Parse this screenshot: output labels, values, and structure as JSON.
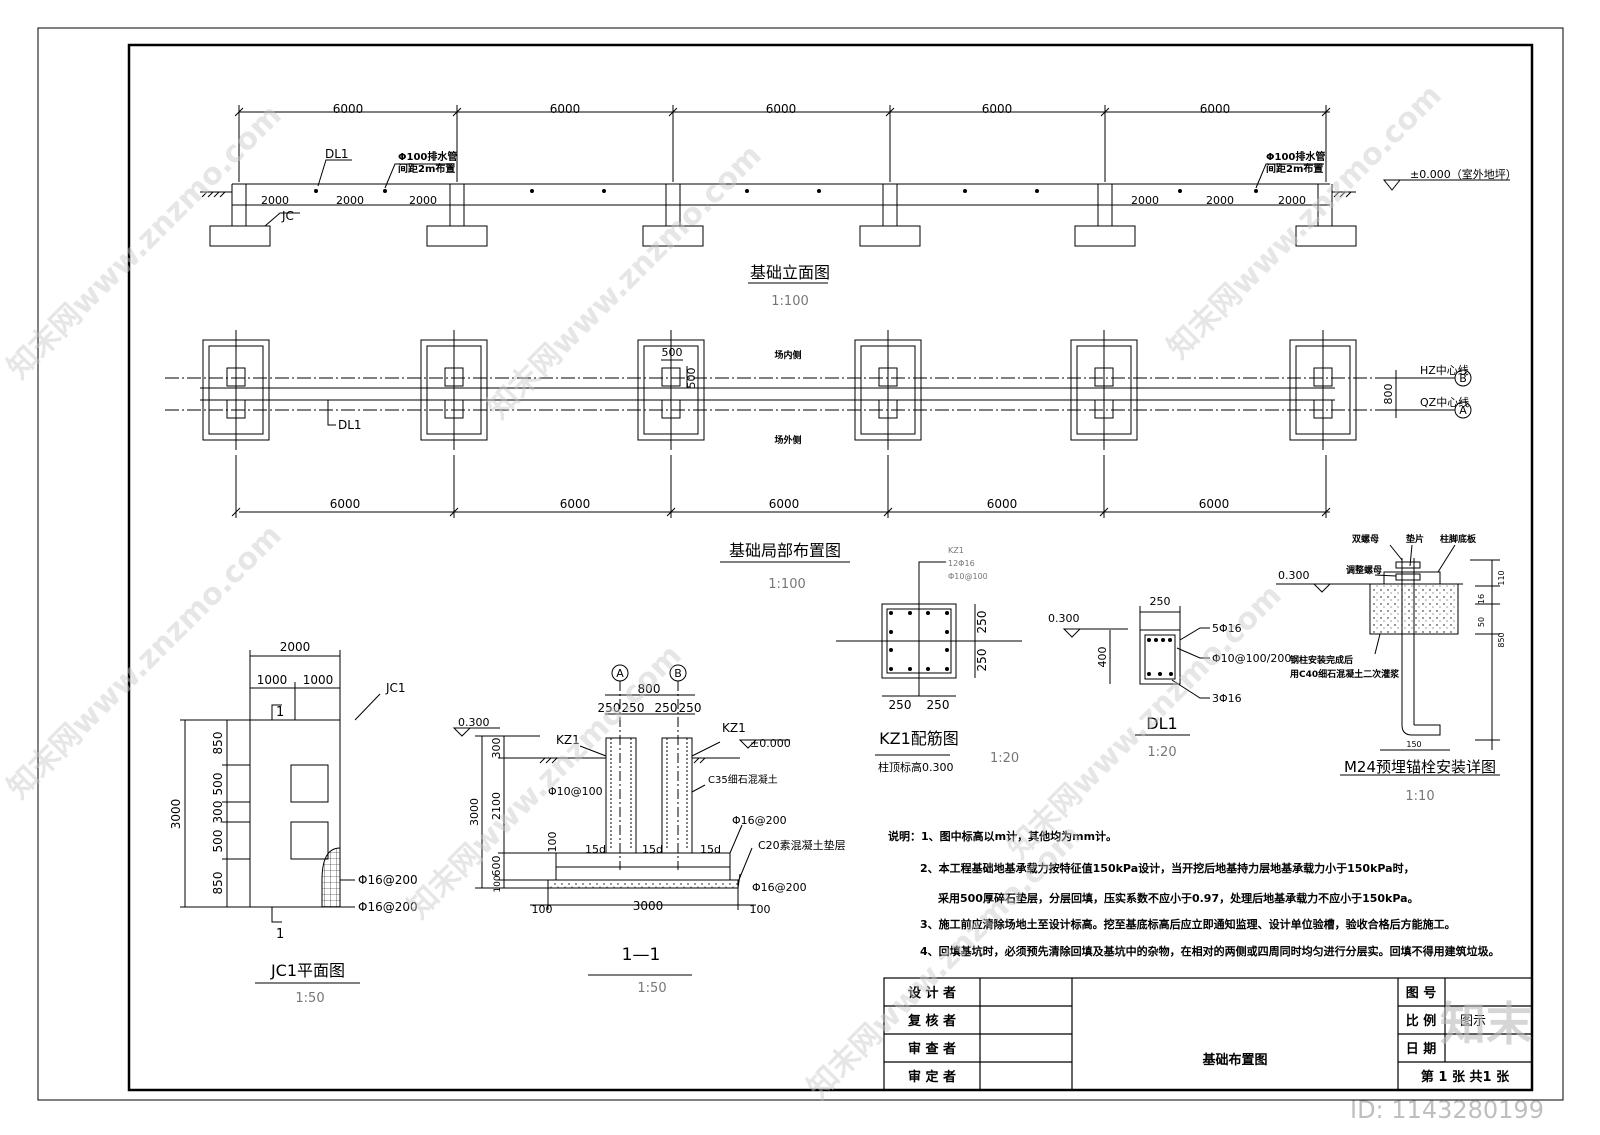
{
  "elevation": {
    "spans": [
      "6000",
      "6000",
      "6000",
      "6000",
      "6000"
    ],
    "dl1": "DL1",
    "jc": "JC",
    "pipe_left": "Φ100排水管",
    "pipe_left_2": "间距2m布置",
    "pipe_right": "Φ100排水管",
    "pipe_right_2": "间距2m布置",
    "sub_dims": [
      "2000",
      "2000",
      "2000"
    ],
    "sub_dims_right": [
      "2000",
      "2000",
      "2000"
    ],
    "ground_level": "±0.000（室外地坪）",
    "title": "基础立面图",
    "scale": "1:100"
  },
  "plan": {
    "dim_500_h": "500",
    "dim_500_v": "500",
    "inner_side": "场内侧",
    "outer_side": "场外侧",
    "hz_line": "HZ中心线",
    "qz_line": "QZ中心线",
    "axis_b": "B",
    "axis_a": "A",
    "dim_800": "800",
    "dl1": "DL1",
    "spans": [
      "6000",
      "6000",
      "6000",
      "6000",
      "6000"
    ],
    "title": "基础局部布置图",
    "scale": "1:100"
  },
  "jc1": {
    "dim_total": "2000",
    "dim_left": "1000",
    "dim_right": "1000",
    "label": "JC1",
    "section_mark": "1",
    "dim_height": "3000",
    "dims_v": [
      "850",
      "500",
      "300",
      "500",
      "850"
    ],
    "rebar_1": "Φ16@200",
    "rebar_2": "Φ16@200",
    "section_mark_2": "1",
    "title": "JC1平面图",
    "scale": "1:50"
  },
  "section": {
    "axis_a": "A",
    "axis_b": "B",
    "dim_800": "800",
    "dims_250": [
      "250",
      "250",
      "250",
      "250"
    ],
    "kz1_left": "KZ1",
    "kz1_right": "KZ1",
    "level_300": "0.300",
    "level_0": "±0.000",
    "dims_v": [
      "300",
      "2100",
      "600",
      "100"
    ],
    "dim_3000": "3000",
    "stirrup": "Φ10@100",
    "concrete": "C35细石混凝土",
    "rebar_top": "Φ16@200",
    "d15": [
      "15d",
      "15d",
      "15d"
    ],
    "dim_100": "100",
    "cushion": "C20素混凝土垫层",
    "rebar_bottom": "Φ16@200",
    "bottom_dims": [
      "100",
      "3000",
      "100"
    ],
    "title": "1—1",
    "scale": "1:50"
  },
  "kz1": {
    "callout_1": "KZ1",
    "callout_2": "12Φ16",
    "callout_3": "Φ10@100",
    "dims_right": [
      "250",
      "250"
    ],
    "dims_bottom": [
      "250",
      "250"
    ],
    "title": "KZ1配筋图",
    "scale": "1:20",
    "top_level": "柱顶标高0.300"
  },
  "dl1": {
    "level": "0.300",
    "dim_250": "250",
    "dim_400": "400",
    "top_bar": "5Φ16",
    "stirrup": "Φ10@100/200",
    "bottom_bar": "3Φ16",
    "title": "DL1",
    "scale": "1:20"
  },
  "anchor": {
    "double_nut": "双螺母",
    "washer": "垫片",
    "base_plate": "柱脚底板",
    "adjust_nut": "调整螺母",
    "level": "0.300",
    "dims_v": [
      "110",
      "16",
      "50",
      "850"
    ],
    "note_1": "钢柱安装完成后",
    "note_2": "用C40细石混凝土二次灌浆",
    "dim_150": "150",
    "title": "M24预埋锚栓安装详图",
    "scale": "1:10"
  },
  "notes": [
    "说明：1、图中标高以m计，其他均为mm计。",
    "2、本工程基础地基承载力按特征值150kPa设计，当开挖后地基持力层地基承载力小于150kPa时，",
    "采用500厚碎石垫层，分层回填，压实系数不应小于0.97，处理后地基承载力不应小于150kPa。",
    "3、施工前应清除场地土至设计标高。挖至基底标高后应立即通知监理、设计单位验槽，验收合格后方能施工。",
    "4、回填基坑时，必须预先清除回填及基坑中的杂物，在相对的两侧或四周同时均匀进行分层实。回填不得用建筑垃圾。"
  ],
  "title_block": {
    "designer": "设 计 者",
    "reviewer": "复 核 者",
    "checker": "审 查 者",
    "approver": "审 定 者",
    "drawing_name": "基础布置图",
    "drawing_no": "图 号",
    "ratio": "比 例",
    "date": "日 期",
    "sheet": "第 1 张 共1 张",
    "ratio_value": "图示"
  },
  "watermark": {
    "text": "知末网www.znzmo.com",
    "logo": "知末",
    "id": "ID: 1143280199"
  }
}
